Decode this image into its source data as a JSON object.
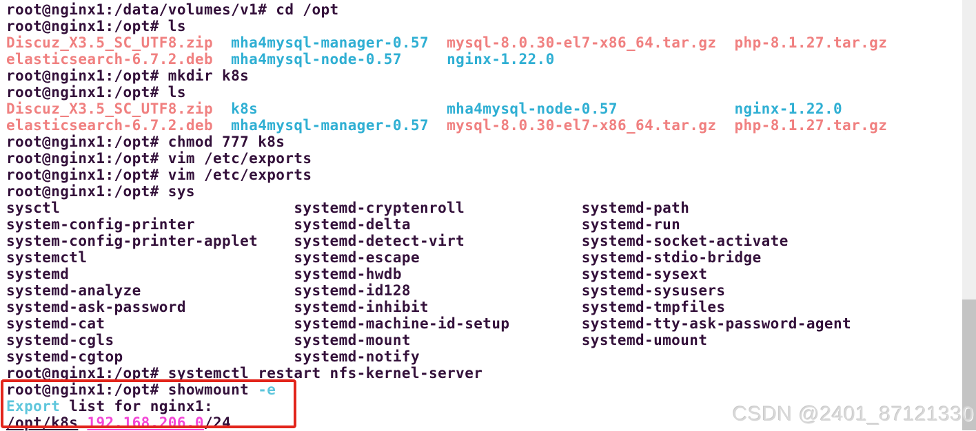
{
  "terminal": {
    "bg": "#ffffff",
    "colors": {
      "fg": "#33103a",
      "archive": "#f08080",
      "dir": "#2fafd3",
      "cyan": "#5ec6dc",
      "magenta": "#f347d6"
    },
    "lines": [
      [
        {
          "t": "root@nginx1:/data/volumes/v1# cd /opt",
          "c": "fg"
        }
      ],
      [
        {
          "t": "root@nginx1:/opt# ls",
          "c": "fg"
        }
      ],
      [
        {
          "t": "Discuz_X3.5_SC_UTF8.zip  ",
          "c": "archive"
        },
        {
          "t": "mha4mysql-manager-0.57  ",
          "c": "dir"
        },
        {
          "t": "mysql-8.0.30-el7-x86_64.tar.gz  ",
          "c": "archive"
        },
        {
          "t": "php-8.1.27.tar.gz",
          "c": "archive"
        }
      ],
      [
        {
          "t": "elasticsearch-6.7.2.deb  ",
          "c": "archive"
        },
        {
          "t": "mha4mysql-node-0.57     ",
          "c": "dir"
        },
        {
          "t": "nginx-1.22.0",
          "c": "dir"
        }
      ],
      [
        {
          "t": "root@nginx1:/opt# mkdir k8s",
          "c": "fg"
        }
      ],
      [
        {
          "t": "root@nginx1:/opt# ls",
          "c": "fg"
        }
      ],
      [
        {
          "t": "Discuz_X3.5_SC_UTF8.zip  ",
          "c": "archive"
        },
        {
          "t": "k8s                     ",
          "c": "dir"
        },
        {
          "t": "mha4mysql-node-0.57             ",
          "c": "dir"
        },
        {
          "t": "nginx-1.22.0",
          "c": "dir"
        }
      ],
      [
        {
          "t": "elasticsearch-6.7.2.deb  ",
          "c": "archive"
        },
        {
          "t": "mha4mysql-manager-0.57  ",
          "c": "dir"
        },
        {
          "t": "mysql-8.0.30-el7-x86_64.tar.gz  ",
          "c": "archive"
        },
        {
          "t": "php-8.1.27.tar.gz",
          "c": "archive"
        }
      ],
      [
        {
          "t": "root@nginx1:/opt# chmod 777 k8s",
          "c": "fg"
        }
      ],
      [
        {
          "t": "root@nginx1:/opt# vim /etc/exports",
          "c": "fg"
        }
      ],
      [
        {
          "t": "root@nginx1:/opt# vim /etc/exports",
          "c": "fg"
        }
      ],
      [
        {
          "t": "root@nginx1:/opt# sys",
          "c": "fg"
        }
      ],
      [
        {
          "t": "sysctl                          systemd-cryptenroll             systemd-path",
          "c": "fg"
        }
      ],
      [
        {
          "t": "system-config-printer           systemd-delta                   systemd-run",
          "c": "fg"
        }
      ],
      [
        {
          "t": "system-config-printer-applet    systemd-detect-virt             systemd-socket-activate",
          "c": "fg"
        }
      ],
      [
        {
          "t": "systemctl                       systemd-escape                  systemd-stdio-bridge",
          "c": "fg"
        }
      ],
      [
        {
          "t": "systemd                         systemd-hwdb                    systemd-sysext",
          "c": "fg"
        }
      ],
      [
        {
          "t": "systemd-analyze                 systemd-id128                   systemd-sysusers",
          "c": "fg"
        }
      ],
      [
        {
          "t": "systemd-ask-password            systemd-inhibit                 systemd-tmpfiles",
          "c": "fg"
        }
      ],
      [
        {
          "t": "systemd-cat                     systemd-machine-id-setup        systemd-tty-ask-password-agent",
          "c": "fg"
        }
      ],
      [
        {
          "t": "systemd-cgls                    systemd-mount                   systemd-umount",
          "c": "fg"
        }
      ],
      [
        {
          "t": "systemd-cgtop                   systemd-notify",
          "c": "fg"
        }
      ],
      [
        {
          "t": "root@nginx1:/opt# systemctl restart nfs-kernel-server",
          "c": "fg"
        }
      ],
      [
        {
          "t": "root@nginx1:/opt# showmount ",
          "c": "fg"
        },
        {
          "t": "-e",
          "c": "cyan"
        }
      ],
      [
        {
          "t": "Export",
          "c": "cyan"
        },
        {
          "t": " list for nginx1:",
          "c": "fg"
        }
      ],
      [
        {
          "t": "/opt/k8s",
          "c": "fg",
          "u": true
        },
        {
          "t": " ",
          "c": "fg"
        },
        {
          "t": "192.168.206.0",
          "c": "magenta",
          "u": true
        },
        {
          "t": "/24",
          "c": "fg"
        }
      ]
    ]
  },
  "highlight": {
    "color": "#e2251b"
  },
  "watermark": {
    "text": "CSDN @2401_87121330"
  }
}
